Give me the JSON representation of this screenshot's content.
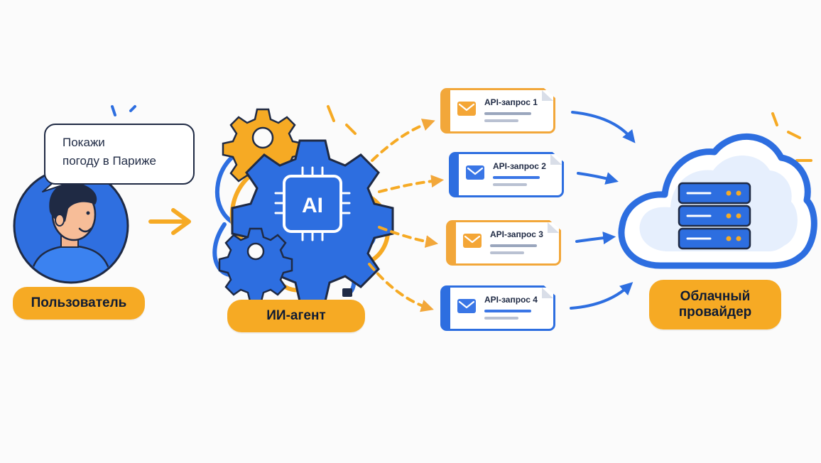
{
  "user": {
    "bubble_line1": "Покажи",
    "bubble_line2": "погоду в Париже",
    "label": "Пользователь"
  },
  "agent": {
    "chip_text": "AI",
    "label": "ИИ-агент"
  },
  "api_requests": [
    {
      "label": "API-запрос 1",
      "color": "#f2a73a"
    },
    {
      "label": "API-запрос 2",
      "color": "#2d6ee0"
    },
    {
      "label": "API-запрос 3",
      "color": "#f2a73a"
    },
    {
      "label": "API-запрос 4",
      "color": "#2d6ee0"
    }
  ],
  "cloud": {
    "label_line1": "Облачный",
    "label_line2": "провайдер"
  },
  "icons": [
    "person-avatar-icon",
    "gear-icon",
    "ai-chip-icon",
    "envelope-icon",
    "cloud-icon",
    "server-icon",
    "arrow-icon"
  ],
  "colors": {
    "primary_blue": "#2d6ee0",
    "accent_orange": "#f6aa24",
    "ink": "#1f2a44",
    "background": "#fbfbfb"
  }
}
